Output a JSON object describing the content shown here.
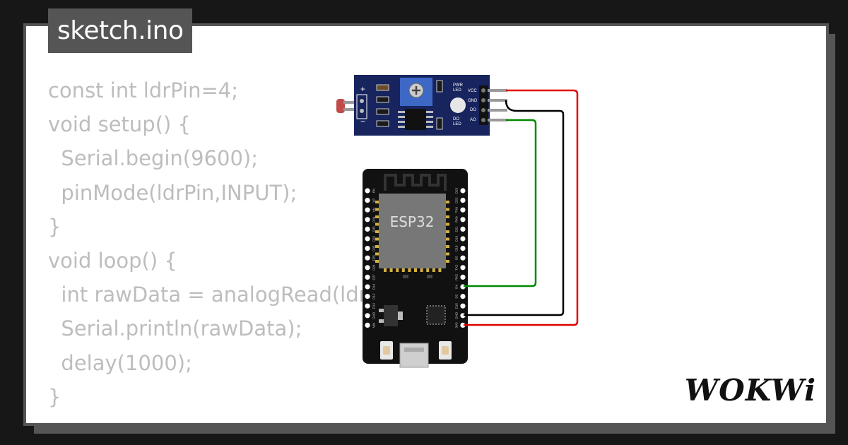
{
  "tab": {
    "filename": "sketch.ino"
  },
  "code": {
    "lines": [
      "const int ldrPin=4;",
      "void setup() {",
      "  Serial.begin(9600);",
      "  pinMode(ldrPin,INPUT);",
      "}",
      "void loop() {",
      "  int rawData = analogRead(ldrPin);",
      "  Serial.println(rawData);",
      "  delay(1000);",
      "}"
    ]
  },
  "ldr_module": {
    "plus_label": "+",
    "minus_label": "−",
    "pwr_led_label": [
      "PWR",
      "LED"
    ],
    "do_led_label": [
      "DO",
      "LED"
    ],
    "pins": [
      "VCC",
      "GND",
      "DO",
      "AO"
    ]
  },
  "esp32": {
    "chip_label": "ESP32",
    "left_pins": [
      "EN",
      "VP",
      "VN",
      "D34",
      "D35",
      "D32",
      "D33",
      "D25",
      "D26",
      "D27",
      "D14",
      "D12",
      "D13",
      "GND",
      "VIN"
    ],
    "right_pins": [
      "D23",
      "D22",
      "TX0",
      "RX0",
      "D21",
      "D19",
      "D18",
      "D5",
      "TX2",
      "RX2",
      "D4",
      "D2",
      "D15",
      "GND",
      "3V3"
    ]
  },
  "wires": {
    "vcc_color": "#e00000",
    "gnd_color": "#000000",
    "ao_color": "#008800"
  },
  "brand": {
    "logo_text": "WOKWi"
  }
}
